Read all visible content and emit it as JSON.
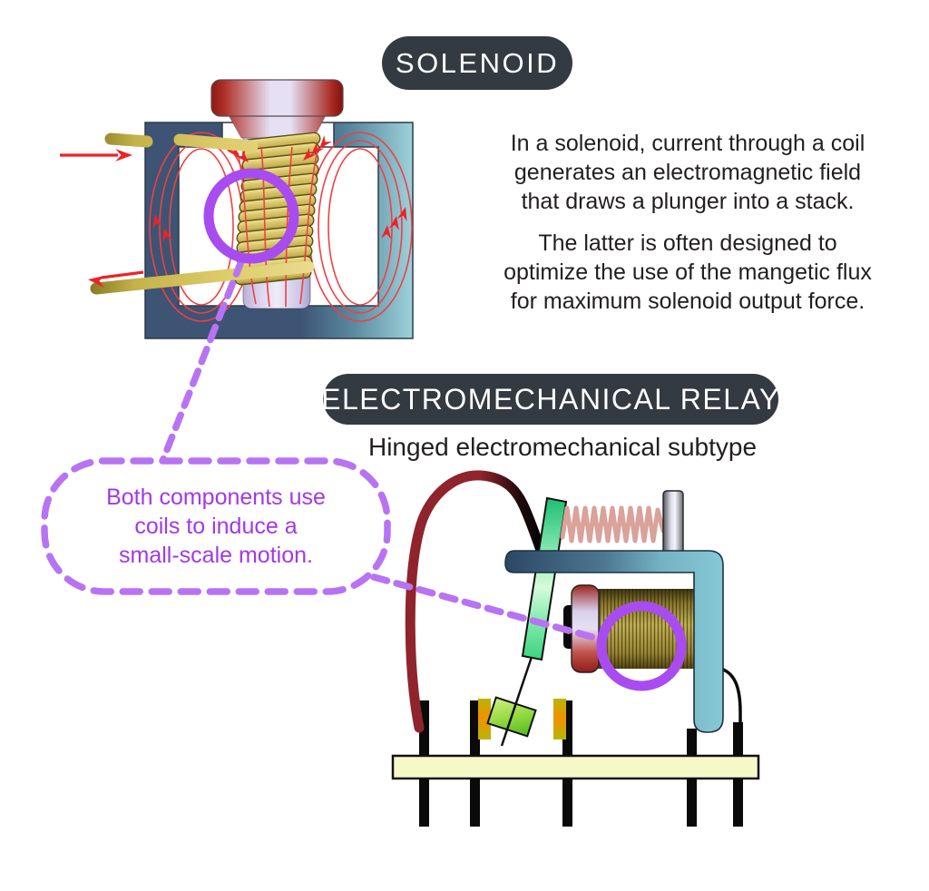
{
  "solenoid": {
    "badge": "SOLENOID",
    "description_1": "In a solenoid, current through a coil\ngenerates an electromagnetic field\nthat draws a plunger into a stack.",
    "description_2": "The latter is often designed to\noptimize the use of the mangetic flux\nfor maximum solenoid output force."
  },
  "relay": {
    "badge": "ELECTROMECHANICAL RELAY",
    "subtitle": "Hinged electromechanical subtype"
  },
  "callout": {
    "text": "Both components use\ncoils to induce a\nsmall-scale motion."
  },
  "colors": {
    "badge_background": "#333a41",
    "badge_text": "#ffffff",
    "body_text": "#221e1f",
    "highlight_purple": "#a84cf0",
    "callout_dash_purple": "#b873f2",
    "callout_text_purple": "#a238e8",
    "field_line_red": "#ef4044",
    "arrow_red": "#ec2227",
    "coil_gold": "#d6c466",
    "frame_slate": "#3d5474",
    "frame_teal": "#9ed2da",
    "board_cream": "#f7f8c8"
  }
}
